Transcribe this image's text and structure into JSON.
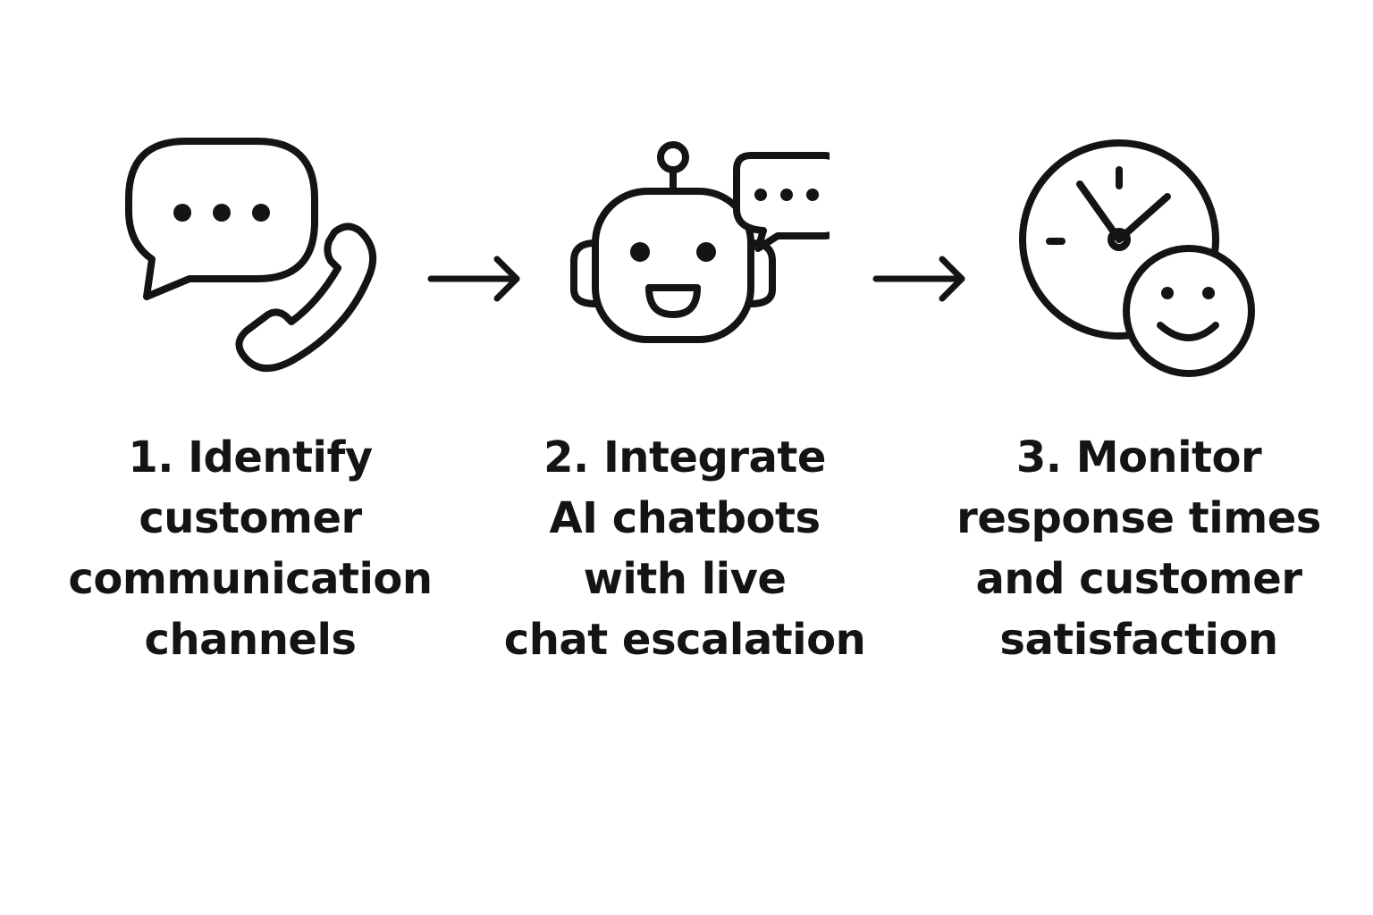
{
  "colors": {
    "ink": "#141414",
    "background": "#ffffff"
  },
  "steps": [
    {
      "icon": "chat-phone-icon",
      "lines": [
        "1. Identify",
        "customer",
        "communication",
        "channels"
      ]
    },
    {
      "icon": "chatbot-icon",
      "lines": [
        "2. Integrate",
        "AI chatbots",
        "with live",
        "chat escalation"
      ]
    },
    {
      "icon": "clock-smiley-icon",
      "lines": [
        "3. Monitor",
        "response times",
        "and customer",
        "satisfaction"
      ]
    }
  ],
  "connectors": [
    "arrow-right-icon",
    "arrow-right-icon"
  ]
}
